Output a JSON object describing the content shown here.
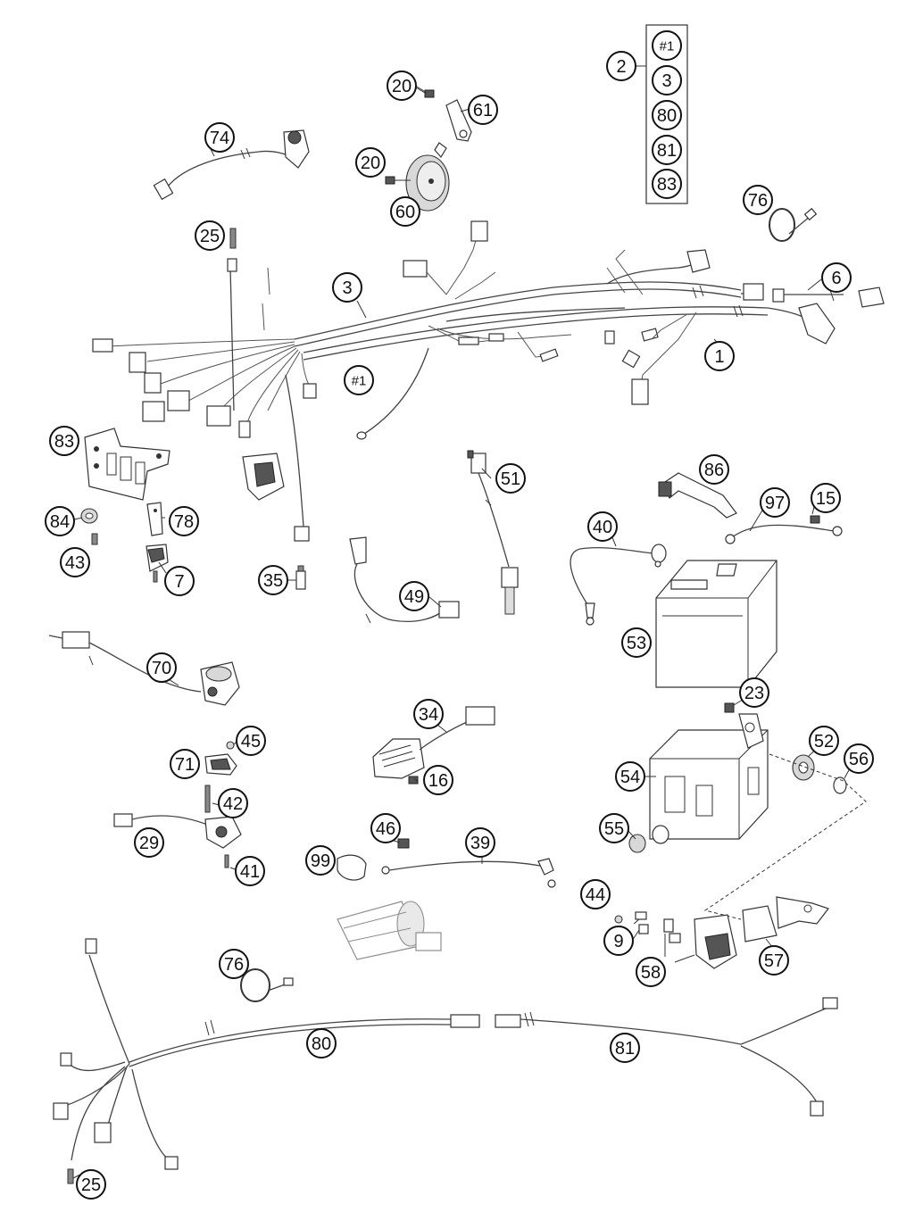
{
  "callouts": {
    "c2": "2",
    "k1": "#1",
    "k3": "3",
    "k80": "80",
    "k81": "81",
    "k83": "83",
    "c20a": "20",
    "c61": "61",
    "c74": "74",
    "c20b": "20",
    "c60": "60",
    "c76a": "76",
    "c25a": "25",
    "c3": "3",
    "c6": "6",
    "c1": "1",
    "c1hash": "#1",
    "c83": "83",
    "c84": "84",
    "c78": "78",
    "c43": "43",
    "c7": "7",
    "c35": "35",
    "c51": "51",
    "c86": "86",
    "c97": "97",
    "c15": "15",
    "c40": "40",
    "c49": "49",
    "c53": "53",
    "c70": "70",
    "c23": "23",
    "c34": "34",
    "c52": "52",
    "c56": "56",
    "c45": "45",
    "c71": "71",
    "c16": "16",
    "c54": "54",
    "c42": "42",
    "c29": "29",
    "c41": "41",
    "c46": "46",
    "c39": "39",
    "c55": "55",
    "c99": "99",
    "c44": "44",
    "c9": "9",
    "c58": "58",
    "c57": "57",
    "c76b": "76",
    "c80": "80",
    "c81": "81",
    "c25b": "25"
  }
}
